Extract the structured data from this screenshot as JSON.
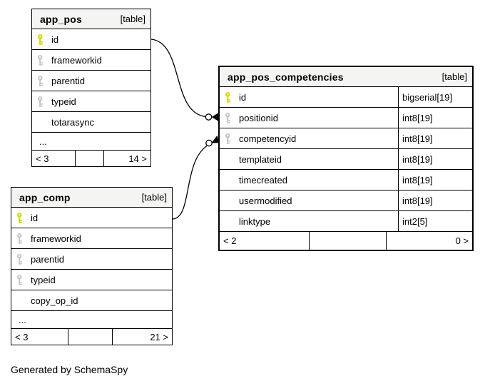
{
  "diagram": {
    "generated_by": "Generated by SchemaSpy",
    "colors": {
      "primary_key": "#d6d600",
      "foreign_key": "#c8c8c8",
      "header_bg": "#f4f4f2",
      "border": "#000000"
    },
    "tables": [
      {
        "name": "app_pos",
        "kind": "[table]",
        "has_types": false,
        "columns": [
          {
            "name": "id",
            "key": "primary",
            "type": ""
          },
          {
            "name": "frameworkid",
            "key": "foreign",
            "type": ""
          },
          {
            "name": "parentid",
            "key": "foreign",
            "type": ""
          },
          {
            "name": "typeid",
            "key": "foreign",
            "type": ""
          },
          {
            "name": "totarasync",
            "key": "none",
            "type": ""
          },
          {
            "name": "...",
            "key": "ellipsis",
            "type": ""
          }
        ],
        "footer": {
          "left": "< 3",
          "middle": "",
          "right": "14 >"
        }
      },
      {
        "name": "app_pos_competencies",
        "kind": "[table]",
        "has_types": true,
        "columns": [
          {
            "name": "id",
            "key": "primary",
            "type": "bigserial[19]"
          },
          {
            "name": "positionid",
            "key": "foreign",
            "type": "int8[19]"
          },
          {
            "name": "competencyid",
            "key": "foreign",
            "type": "int8[19]"
          },
          {
            "name": "templateid",
            "key": "none",
            "type": "int8[19]"
          },
          {
            "name": "timecreated",
            "key": "none",
            "type": "int8[19]"
          },
          {
            "name": "usermodified",
            "key": "none",
            "type": "int8[19]"
          },
          {
            "name": "linktype",
            "key": "none",
            "type": "int2[5]"
          }
        ],
        "footer": {
          "left": "< 2",
          "middle": "",
          "right": "0 >"
        }
      },
      {
        "name": "app_comp",
        "kind": "[table]",
        "has_types": false,
        "columns": [
          {
            "name": "id",
            "key": "primary",
            "type": ""
          },
          {
            "name": "frameworkid",
            "key": "foreign",
            "type": ""
          },
          {
            "name": "parentid",
            "key": "foreign",
            "type": ""
          },
          {
            "name": "typeid",
            "key": "foreign",
            "type": ""
          },
          {
            "name": "copy_op_id",
            "key": "none",
            "type": ""
          },
          {
            "name": "...",
            "key": "ellipsis",
            "type": ""
          }
        ],
        "footer": {
          "left": "< 3",
          "middle": "",
          "right": "21 >"
        }
      }
    ],
    "relationships": [
      {
        "from_table": "app_pos",
        "from_column": "id",
        "to_table": "app_pos_competencies",
        "to_column": "positionid"
      },
      {
        "from_table": "app_comp",
        "from_column": "id",
        "to_table": "app_pos_competencies",
        "to_column": "competencyid"
      }
    ]
  }
}
